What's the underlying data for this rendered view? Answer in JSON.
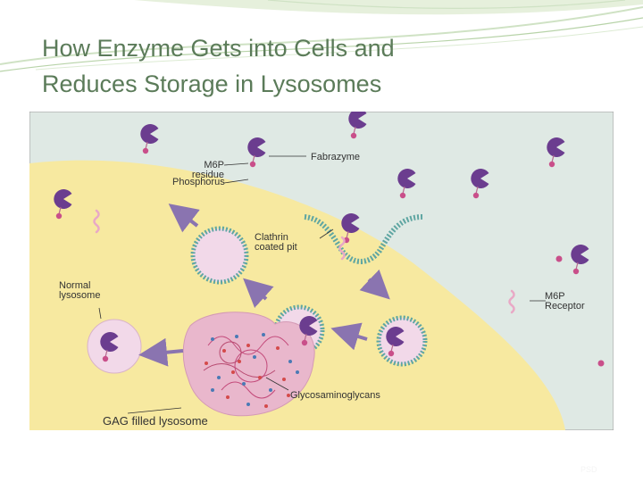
{
  "slide": {
    "title_line1": "How Enzyme Gets into Cells and",
    "title_line2": "Reduces Storage in Lysosomes",
    "footer": "PSD"
  },
  "diagram": {
    "labels": {
      "fabrazyme": "Fabrazyme",
      "m6p_residue": "M6P residue",
      "phosphorus": "Phosphorus",
      "clathrin_line1": "Clathrin",
      "clathrin_line2": "coated pit",
      "normal_line1": "Normal",
      "normal_line2": "lysosome",
      "receptor_line1": "M6P",
      "receptor_line2": "Receptor",
      "gag": "Glycosaminoglycans",
      "gag_lysosome": "GAG filled lysosome"
    },
    "colors": {
      "title": "#5b7b59",
      "extracellular": "#dfe9e4",
      "cytoplasm": "#f7e9a0",
      "enzyme": "#6b3d8f",
      "m6p": "#c94f8a",
      "receptor": "#e9a9c6",
      "clathrin": "#5fa6a2",
      "vesicle": "#f2d9e9",
      "arrow": "#8a74b0",
      "gag_lysosome": "#e9b7cc"
    }
  }
}
